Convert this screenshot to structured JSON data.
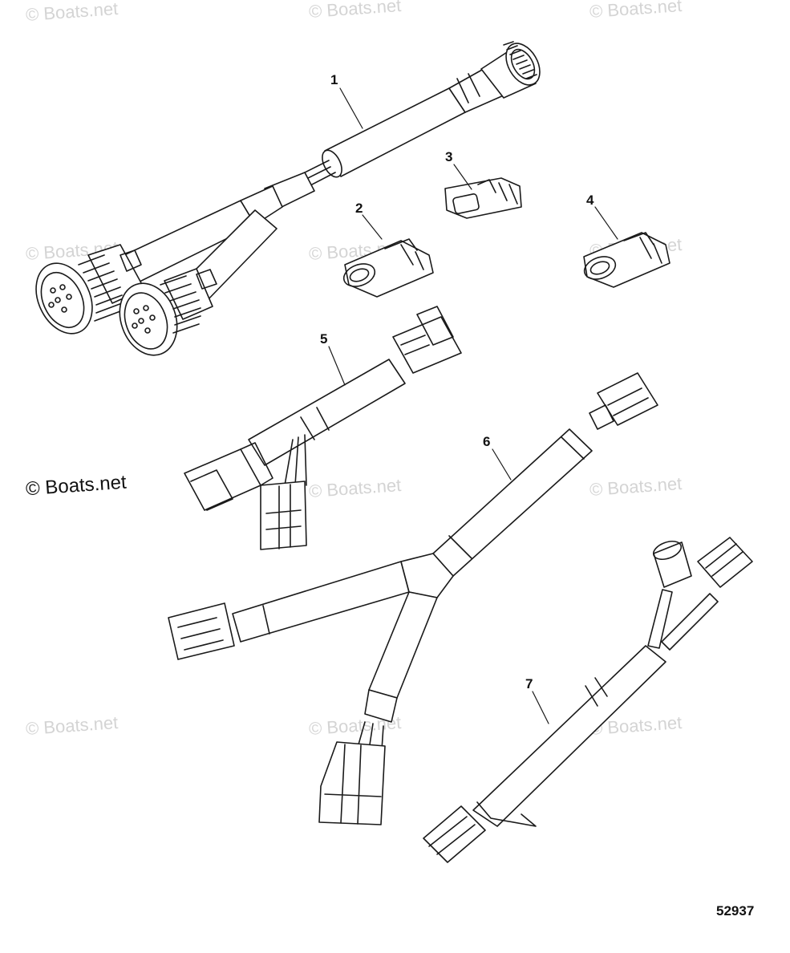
{
  "watermark_text": "© Boats.net",
  "copyright_text": "© Boats.net",
  "figure_number": "52937",
  "callouts": [
    "1",
    "2",
    "3",
    "4",
    "5",
    "6",
    "7"
  ],
  "colors": {
    "line": "#1a1a1a",
    "watermark": "#d4d4d4",
    "background": "#ffffff"
  }
}
